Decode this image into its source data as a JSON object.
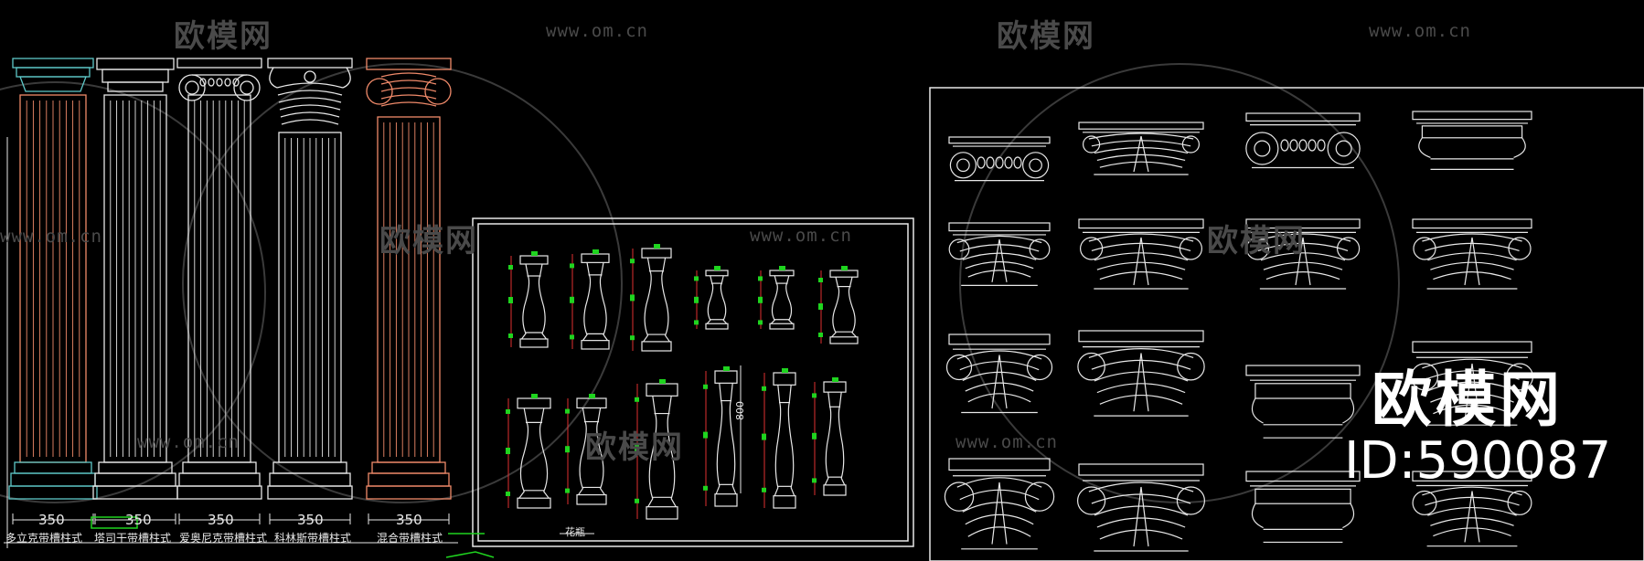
{
  "watermark": {
    "brand": "欧模网",
    "url": "www.om.cn",
    "url_partial": "om.cn"
  },
  "columns": [
    {
      "dimension": "350",
      "caption": "多立克带槽柱式",
      "color": "#f08a6a",
      "accent": "#5ec8c8"
    },
    {
      "dimension": "350",
      "caption": "塔司干带槽柱式",
      "color": "#e8e8e8",
      "accent": "#e8e8e8"
    },
    {
      "dimension": "350",
      "caption": "爱奥尼克带槽柱式",
      "color": "#e8e8e8",
      "accent": "#e8e8e8"
    },
    {
      "dimension": "350",
      "caption": "科林斯带槽柱式",
      "color": "#e8e8e8",
      "accent": "#e8e8e8"
    },
    {
      "dimension": "350",
      "caption": "混合带槽柱式",
      "color": "#f08a6a",
      "accent": "#f08a6a"
    }
  ],
  "baluster_panel": {
    "caption": "花瓶",
    "height_dimension": "800",
    "marker_color": "#1fd41f",
    "dim_color": "#e03030"
  },
  "logo": {
    "brand": "欧模网",
    "id": "ID:590087"
  }
}
